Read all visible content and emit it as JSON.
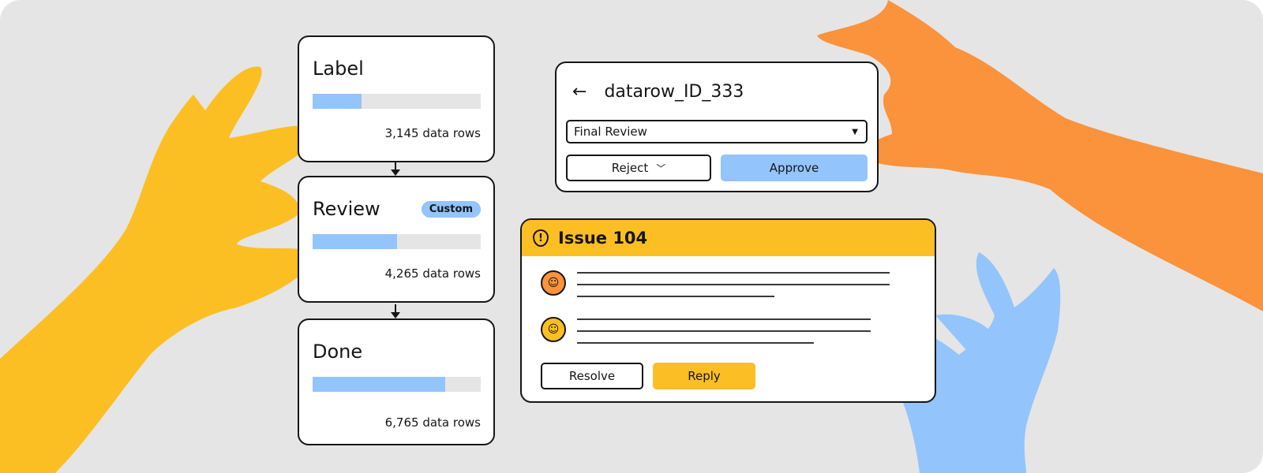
{
  "stages": [
    {
      "title": "Label",
      "progress": 0.29,
      "rows": "3,145 data rows"
    },
    {
      "title": "Review",
      "badge": "Custom",
      "progress": 0.5,
      "rows": "4,265 data rows"
    },
    {
      "title": "Done",
      "progress": 0.79,
      "rows": "6,765 data rows"
    }
  ],
  "datarow": {
    "title": "datarow_ID_333",
    "back_icon": "arrow-left-icon",
    "select_value": "Final Review",
    "reject_label": "Reject",
    "approve_label": "Approve"
  },
  "issue": {
    "title": "Issue 104",
    "icon": "alert-pin-icon",
    "resolve_label": "Resolve",
    "reply_label": "Reply"
  },
  "colors": {
    "background": "#e5e5e5",
    "blue": "#93c4fc",
    "yellow": "#fbbf24",
    "orange": "#fb923c",
    "ink": "#161616"
  }
}
